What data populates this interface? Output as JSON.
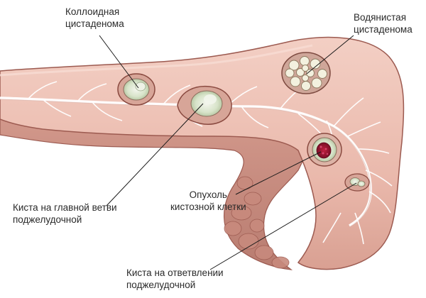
{
  "labels": {
    "colloid": {
      "line1": "Коллоидная",
      "line2": "цистаденома"
    },
    "serous": {
      "line1": "Водянистая",
      "line2": "цистаденома"
    },
    "tumor": {
      "line1": "Опухоль",
      "line2": "кистозной клетки"
    },
    "main_duct": {
      "line1": "Киста на главной ветви",
      "line2": "поджелудочной"
    },
    "branch_duct": {
      "line1": "Киста на ответвлении",
      "line2": "поджелудочной"
    }
  },
  "colors": {
    "tissue": "#eab9ac",
    "tissue_dark": "#c98d80",
    "outline": "#9c5a50",
    "duct": "#f6f2f2",
    "cyst_fill": "#cfe0c2",
    "tumor_core": "#8e1530",
    "leader": "#1a1a1a"
  }
}
